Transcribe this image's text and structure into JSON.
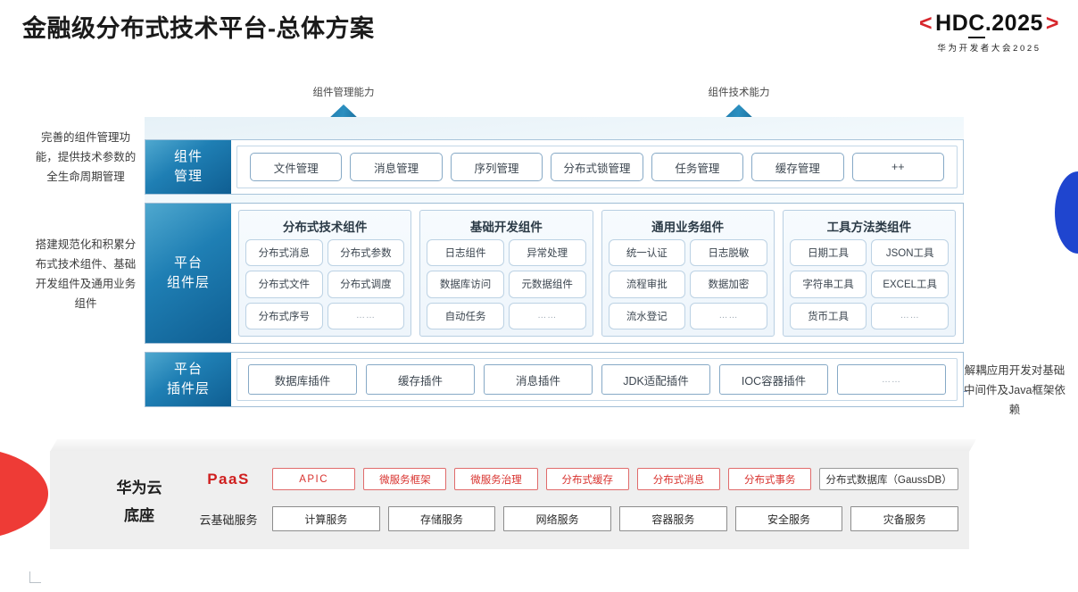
{
  "header": {
    "title": "金融级分布式技术平台-总体方案",
    "logo_main_left_bracket": "<",
    "logo_main_a": "HD",
    "logo_main_underlined": "C",
    "logo_main_b": ".2025",
    "logo_main_right_bracket": ">",
    "logo_sub": "华为开发者大会2025",
    "brand_red": "#d7262c"
  },
  "callouts": [
    {
      "label": "组件管理能力"
    },
    {
      "label": "组件技术能力"
    }
  ],
  "side_notes": {
    "left_top": "完善的组件管理功能，提供技术参数的全生命周期管理",
    "left_bottom": "搭建规范化和积累分布式技术组件、基础开发组件及通用业务组件",
    "right": "解耦应用开发对基础中间件及Java框架依赖"
  },
  "bands": {
    "management": {
      "label_line1": "组件",
      "label_line2": "管理",
      "items": [
        "文件管理",
        "消息管理",
        "序列管理",
        "分布式锁管理",
        "任务管理",
        "缓存管理",
        "++"
      ]
    },
    "core": {
      "label_line1": "平台",
      "label_line2": "组件层",
      "groups": [
        {
          "title": "分布式技术组件",
          "cells": [
            "分布式消息",
            "分布式参数",
            "分布式文件",
            "分布式调度",
            "分布式序号",
            "……"
          ]
        },
        {
          "title": "基础开发组件",
          "cells": [
            "日志组件",
            "异常处理",
            "数据库访问",
            "元数据组件",
            "自动任务",
            "……"
          ]
        },
        {
          "title": "通用业务组件",
          "cells": [
            "统一认证",
            "日志脱敏",
            "流程审批",
            "数据加密",
            "流水登记",
            "……"
          ]
        },
        {
          "title": "工具方法类组件",
          "cells": [
            "日期工具",
            "JSON工具",
            "字符串工具",
            "EXCEL工具",
            "货币工具",
            "……"
          ]
        }
      ]
    },
    "plugin": {
      "label_line1": "平台",
      "label_line2": "插件层",
      "items": [
        "数据库插件",
        "缓存插件",
        "消息插件",
        "JDK适配插件",
        "IOC容器插件",
        "……"
      ]
    }
  },
  "base": {
    "label_line1": "华为云",
    "label_line2": "底座",
    "paas_tag": "PaaS",
    "paas_items": [
      {
        "label": "APIC",
        "style": "red"
      },
      {
        "label": "微服务框架",
        "style": "red"
      },
      {
        "label": "微服务治理",
        "style": "red"
      },
      {
        "label": "分布式缓存",
        "style": "red"
      },
      {
        "label": "分布式消息",
        "style": "red"
      },
      {
        "label": "分布式事务",
        "style": "red"
      },
      {
        "label": "分布式数据库（GaussDB）",
        "style": "neutral"
      }
    ],
    "basic_tag": "云基础服务",
    "basic_items": [
      "计算服务",
      "存储服务",
      "网络服务",
      "容器服务",
      "安全服务",
      "灾备服务"
    ]
  }
}
